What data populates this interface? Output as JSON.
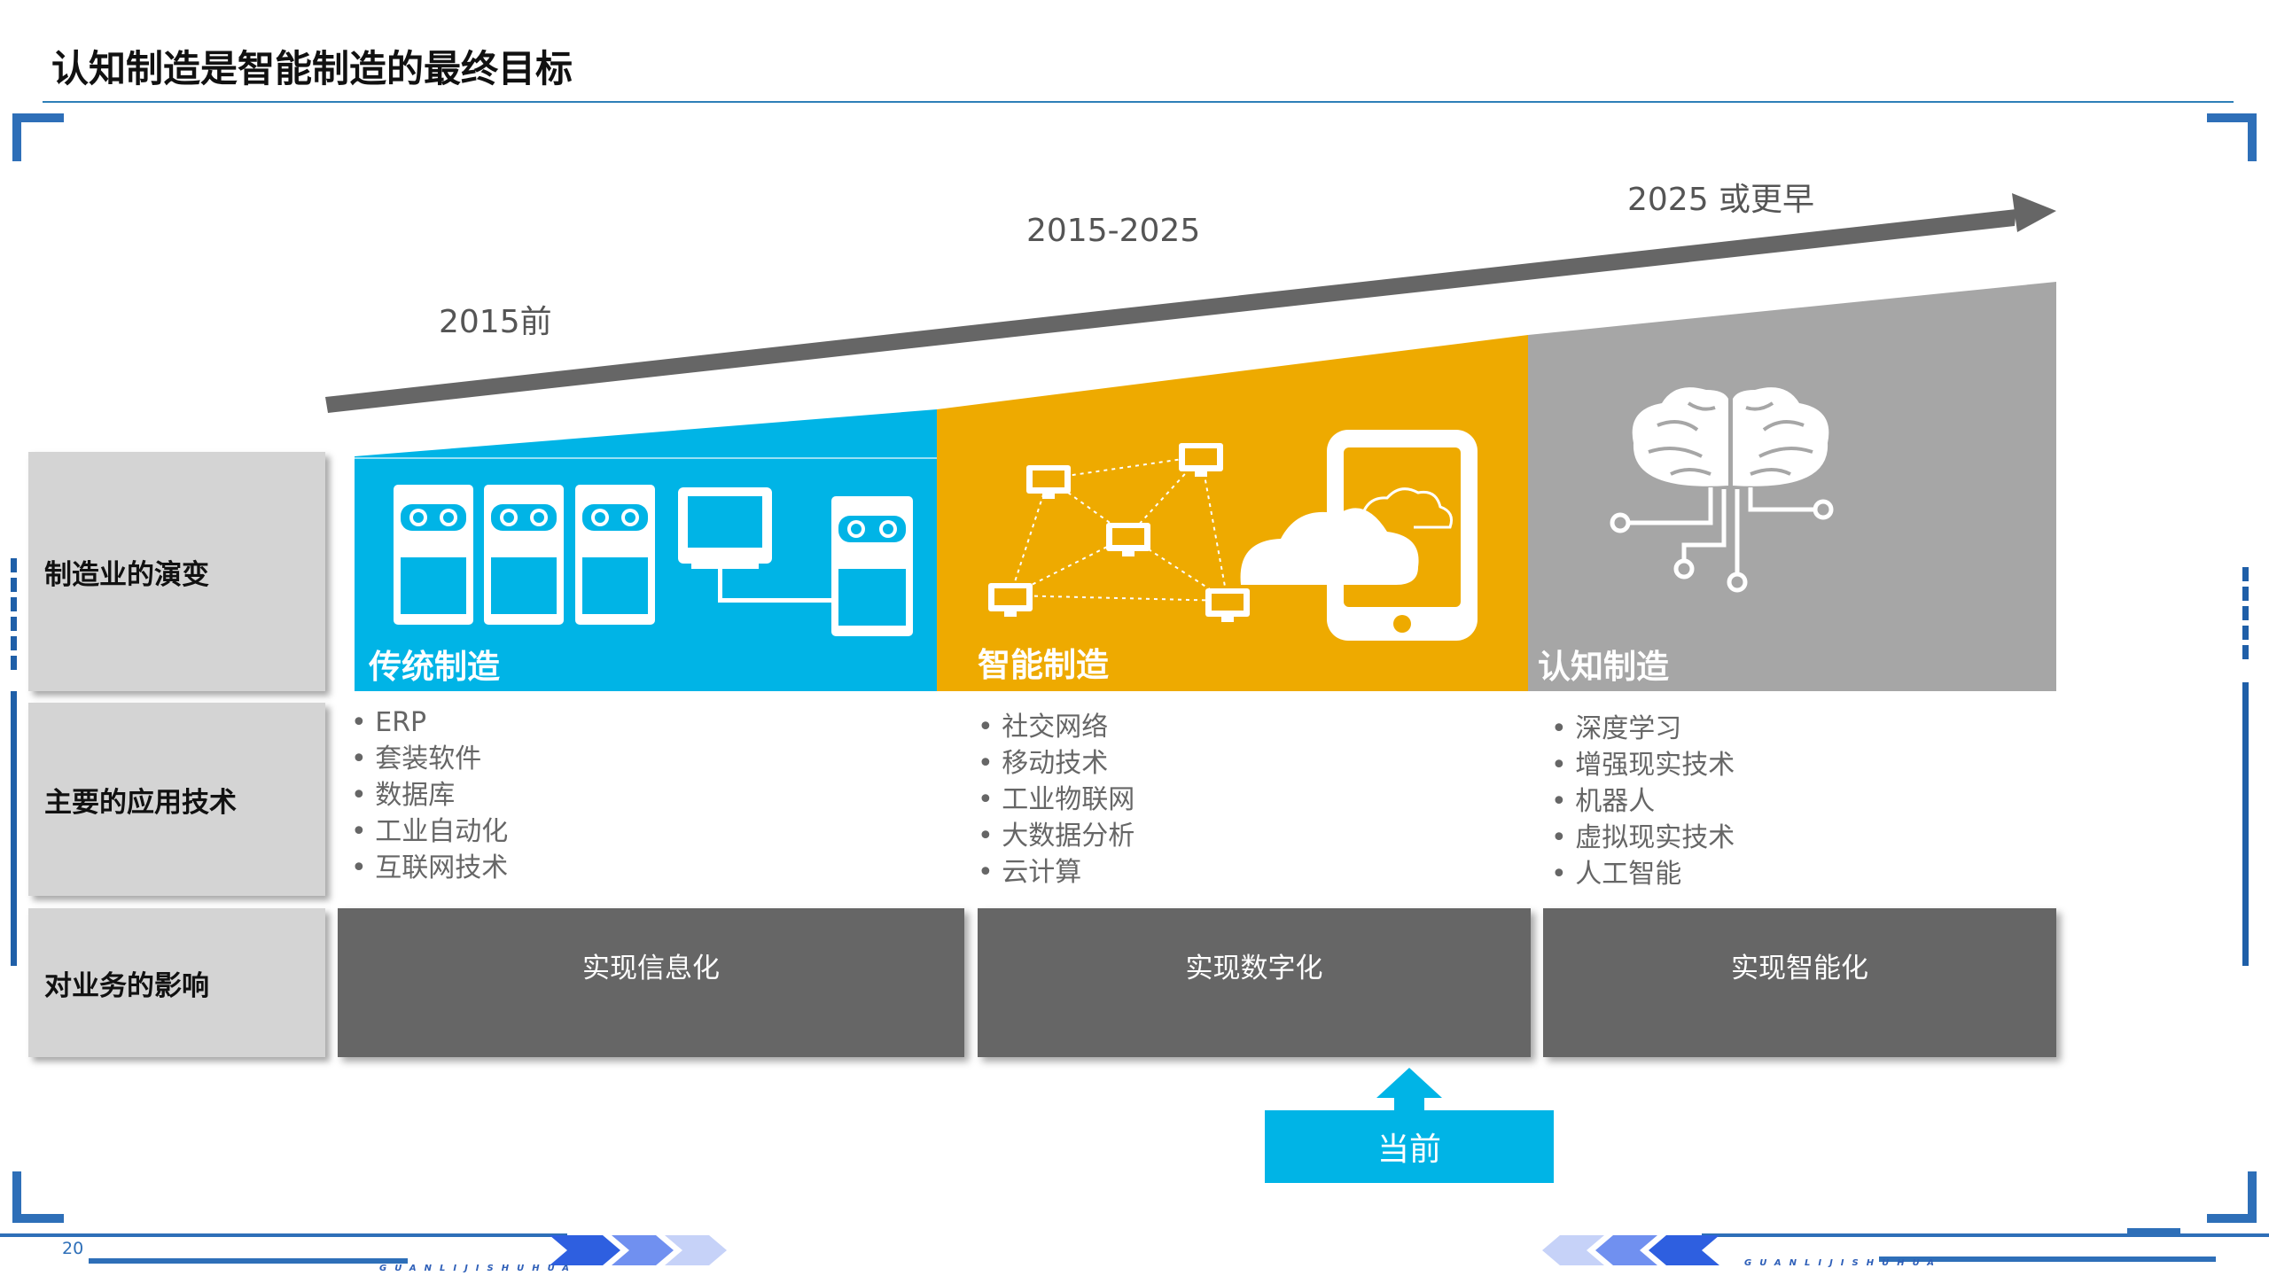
{
  "title": "认知制造是智能制造的最终目标",
  "eras": {
    "era1": "2015前",
    "era2": "2015-2025",
    "era3": "2025 或更早"
  },
  "row_labels": {
    "evolution": "制造业的演变",
    "technologies": "主要的应用技术",
    "impact": "对业务的影响"
  },
  "stages": [
    {
      "name": "传统制造",
      "color": "#00b4e6",
      "technologies": [
        "ERP",
        "套装软件",
        "数据库",
        "工业自动化",
        "互联网技术"
      ],
      "impact": "实现信息化"
    },
    {
      "name": "智能制造",
      "color": "#eeaa00",
      "technologies": [
        "社交网络",
        "移动技术",
        "工业物联网",
        "大数据分析",
        "云计算"
      ],
      "impact": "实现数字化"
    },
    {
      "name": "认知制造",
      "color": "#a6a6a6",
      "technologies": [
        "深度学习",
        "增强现实技术",
        "机器人",
        "虚拟现实技术",
        "人工智能"
      ],
      "impact": "实现智能化"
    }
  ],
  "current_marker": "当前",
  "page_number": "20",
  "footer_brand": "GUANLIJISHUHUA",
  "colors": {
    "arrow": "#666666",
    "impact_box": "#666666",
    "accent_blue": "#2e6fb8"
  },
  "icons": {
    "stage1": [
      "server-rack-icon",
      "monitor-icon"
    ],
    "stage2": [
      "network-nodes-icon",
      "cloud-icon",
      "tablet-icon"
    ],
    "stage3": [
      "brain-circuit-icon"
    ]
  }
}
